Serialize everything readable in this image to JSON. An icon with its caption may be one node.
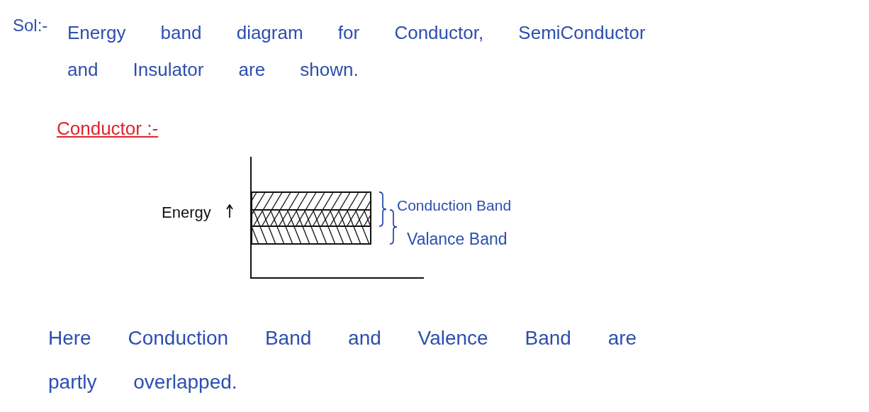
{
  "diagram": {
    "nodes": [
      {
        "text": [],
        "shape": "bar",
        "beside": [
          "Conduction Band"
        ]
      },
      {
        "text": [],
        "shape": "bar",
        "beside": [
          "Valance Band"
        ]
      }
    ],
    "labels": [
      "Sol:-",
      "Energy band diagram for Conductor, SemiConductor and Insulator are shown.",
      "Conductor :-",
      "Energy",
      "Here Conduction Band and Valence Band are partly overlapped."
    ]
  }
}
